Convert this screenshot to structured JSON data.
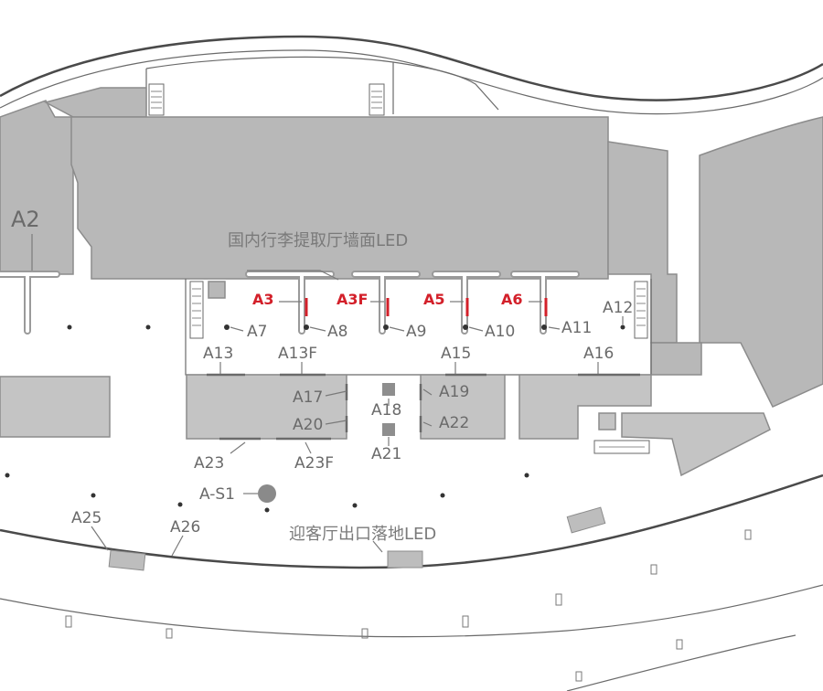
{
  "map": {
    "area_label": "A2",
    "luggage_led_label": "国内行李提取厅墙面LED",
    "arrival_exit_led_label": "迎客厅出口落地LED",
    "highlighted_points": [
      "A3",
      "A3F",
      "A5",
      "A6"
    ],
    "points": [
      "A7",
      "A8",
      "A9",
      "A10",
      "A11",
      "A12",
      "A13",
      "A13F",
      "A15",
      "A16",
      "A17",
      "A18",
      "A19",
      "A20",
      "A21",
      "A22",
      "A23",
      "A23F",
      "A-S1",
      "A25",
      "A26"
    ],
    "colors": {
      "highlight": "#d3202a",
      "building": "#b8b8b8",
      "label": "#6a6a6a"
    }
  }
}
